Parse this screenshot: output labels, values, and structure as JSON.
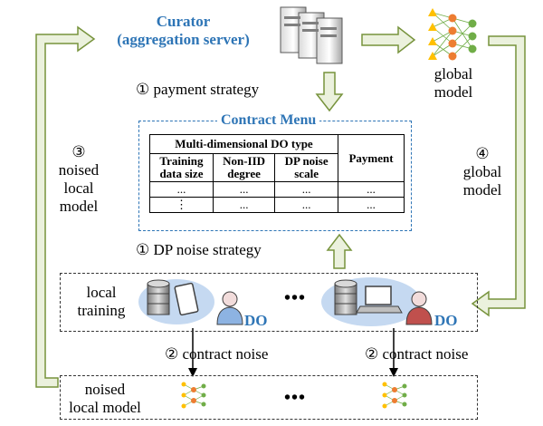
{
  "curator": {
    "line1": "Curator",
    "line2": "(aggregation server)"
  },
  "global_model_top": {
    "line1": "global",
    "line2": "model"
  },
  "step1_payment": {
    "num": "①",
    "text": "payment strategy"
  },
  "contract_menu": {
    "title": "Contract Menu",
    "type_header": "Multi-dimensional DO type",
    "payment_header": "Payment",
    "col1": [
      "Training",
      "data size"
    ],
    "col2": [
      "Non-IID",
      "degree"
    ],
    "col3": [
      "DP noise",
      "scale"
    ],
    "row1": [
      "...",
      "...",
      "...",
      "..."
    ],
    "row2": [
      "⋮",
      "...",
      "...",
      "..."
    ]
  },
  "step3": {
    "num": "③",
    "line1": "noised",
    "line2": "local",
    "line3": "model"
  },
  "step4": {
    "num": "④",
    "line1": "global",
    "line2": "model"
  },
  "step1_dp": {
    "num": "①",
    "text": "DP noise strategy"
  },
  "local_training": {
    "line1": "local",
    "line2": "training"
  },
  "do_label_left": "DO",
  "do_label_right": "DO",
  "ellipsis_mid": "•••",
  "step2_left": {
    "num": "②",
    "text": "contract noise"
  },
  "step2_right": {
    "num": "②",
    "text": "contract noise"
  },
  "noised_local_model": {
    "line1": "noised",
    "line2": "local model"
  },
  "ellipsis_bottom": "•••",
  "colors": {
    "arrow_fill": "#ebf1dd",
    "arrow_stroke": "#77933c",
    "blue": "#2e75b6",
    "bubble": "#c5d9f1"
  }
}
